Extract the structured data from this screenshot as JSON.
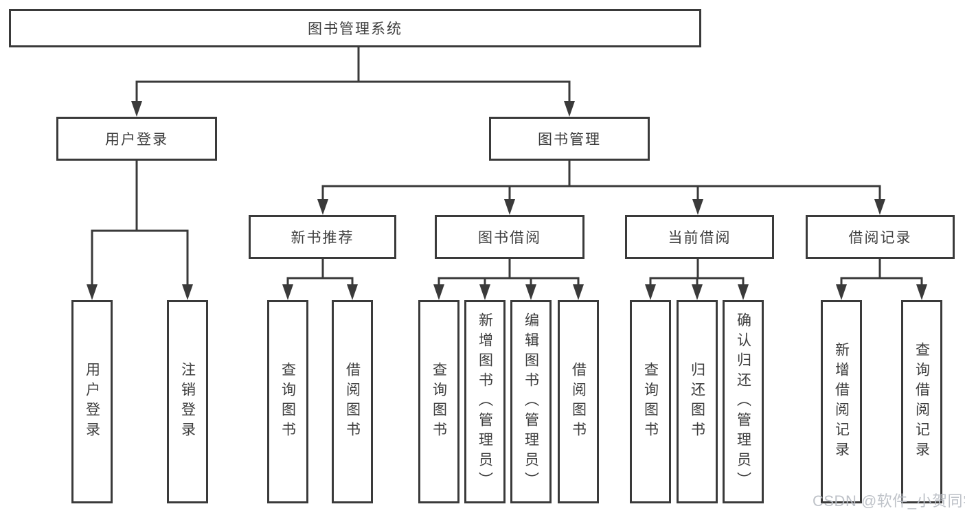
{
  "diagram": {
    "nodes": {
      "root": "图书管理系统",
      "user_login": "用户登录",
      "book_mgmt": "图书管理",
      "new_book": "新书推荐",
      "book_borrow": "图书借阅",
      "current_borrow": "当前借阅",
      "borrow_record": "借阅记录"
    },
    "leaves": {
      "user_login": [
        "用户登录",
        "注销登录"
      ],
      "new_book": [
        "查询图书",
        "借阅图书"
      ],
      "book_borrow": [
        "查询图书",
        "新增图书（管理员）",
        "编辑图书（管理员）",
        "借阅图书"
      ],
      "current_borrow": [
        "查询图书",
        "归还图书",
        "确认归还（管理员）"
      ],
      "borrow_record": [
        "新增借阅记录",
        "查询借阅记录"
      ]
    },
    "watermark": "CSDN @软件_小贺同学",
    "colors": {
      "line": "#3a3a3a",
      "text": "#3d3d3d",
      "background": "#ffffff",
      "watermark": "#b9bdc4"
    }
  }
}
